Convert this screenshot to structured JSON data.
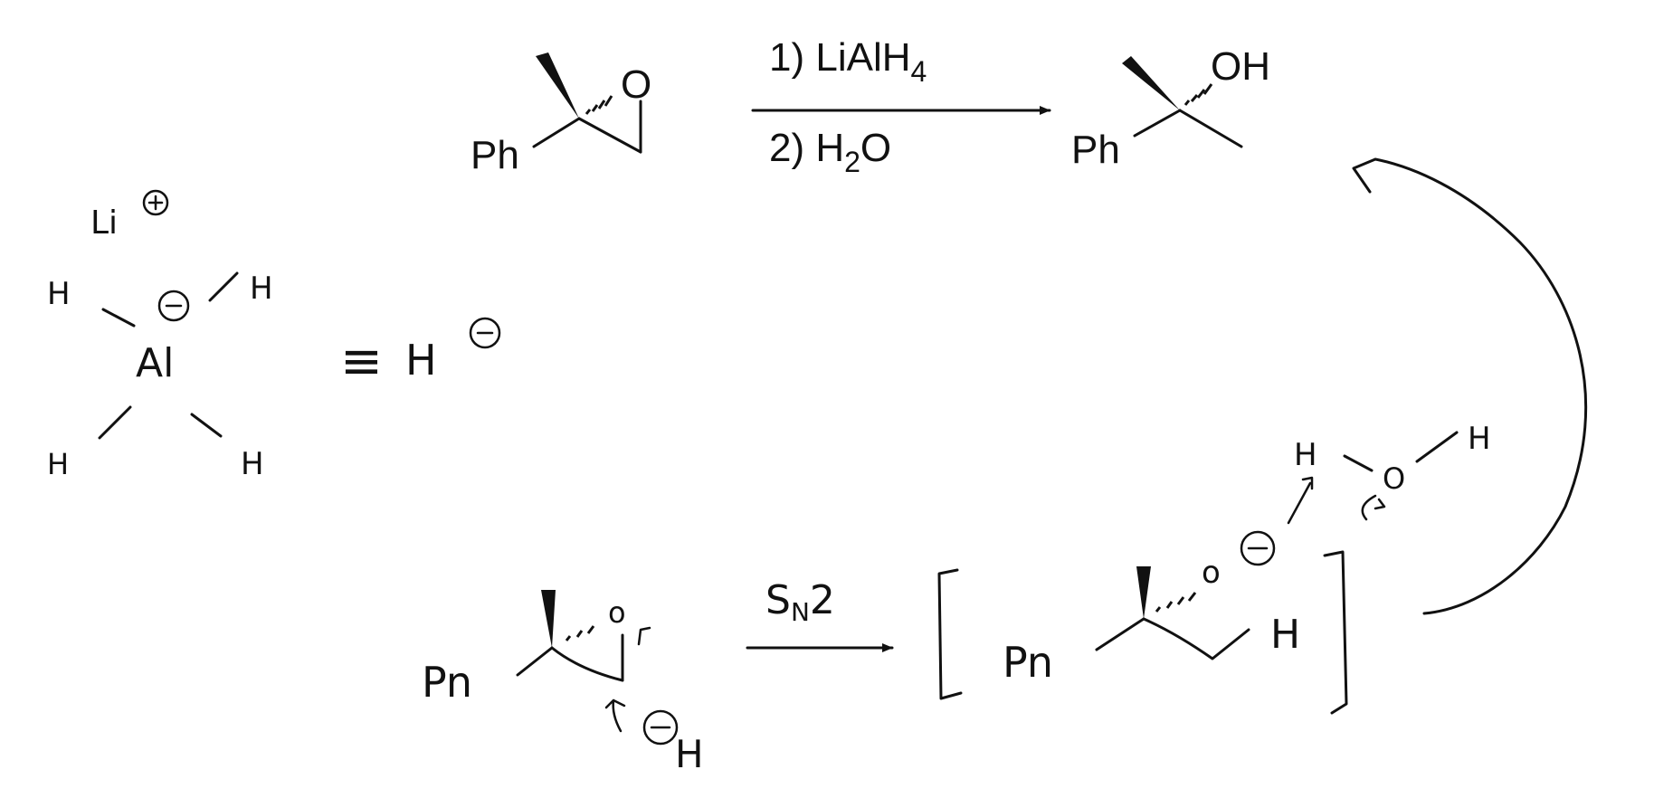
{
  "reaction": {
    "reagent_1": "1) LiAlH",
    "reagent_1_sub": "4",
    "reagent_2": "2) H",
    "reagent_2_sub": "2",
    "reagent_2_tail": "O",
    "reactant": {
      "ph": "Ph",
      "o": "O"
    },
    "product": {
      "ph": "Ph",
      "oh": "OH"
    }
  },
  "hydride": {
    "cation": "Li",
    "aluminum": "Al",
    "h_top_left": "H",
    "h_top_right": "H",
    "h_bottom_left": "H",
    "h_bottom_right": "H",
    "equivalent": "≡",
    "hydride": "H"
  },
  "mechanism": {
    "ph_left": "Pn",
    "o_left": "o",
    "nucleophile": "H",
    "step_label": "S",
    "step_label_sub": "N",
    "step_label_tail": "2",
    "ph_intermediate": "Pn",
    "o_intermediate": "o",
    "h_intermediate": "H",
    "water_h1": "H",
    "water_o": "O",
    "water_h2": "H"
  }
}
